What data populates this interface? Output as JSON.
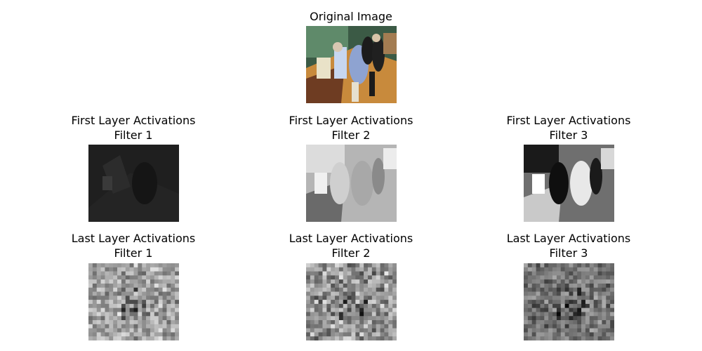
{
  "figure": {
    "original": {
      "title": "Original Image"
    },
    "first_layer": [
      {
        "title": "First Layer Activations",
        "subtitle": "Filter 1"
      },
      {
        "title": "First Layer Activations",
        "subtitle": "Filter 2"
      },
      {
        "title": "First Layer Activations",
        "subtitle": "Filter 3"
      }
    ],
    "last_layer": [
      {
        "title": "Last Layer Activations",
        "subtitle": "Filter 1"
      },
      {
        "title": "Last Layer Activations",
        "subtitle": "Filter 2"
      },
      {
        "title": "Last Layer Activations",
        "subtitle": "Filter 3"
      }
    ]
  },
  "chart_data": {
    "type": "heatmap",
    "panels": [
      {
        "title": "Original Image",
        "content": "color photograph"
      },
      {
        "title": "First Layer Activations",
        "subtitle": "Filter 1",
        "colormap": "gray",
        "mean_intensity": "dark"
      },
      {
        "title": "First Layer Activations",
        "subtitle": "Filter 2",
        "colormap": "gray",
        "mean_intensity": "light"
      },
      {
        "title": "First Layer Activations",
        "subtitle": "Filter 3",
        "colormap": "gray",
        "mean_intensity": "high contrast"
      },
      {
        "title": "Last Layer Activations",
        "subtitle": "Filter 1",
        "colormap": "gray",
        "grid": [
          22,
          19
        ]
      },
      {
        "title": "Last Layer Activations",
        "subtitle": "Filter 2",
        "colormap": "gray",
        "grid": [
          22,
          19
        ]
      },
      {
        "title": "Last Layer Activations",
        "subtitle": "Filter 3",
        "colormap": "gray",
        "grid": [
          22,
          19
        ]
      }
    ],
    "axes": "off",
    "colors": {
      "background": "#ffffff",
      "text": "#000000"
    }
  }
}
